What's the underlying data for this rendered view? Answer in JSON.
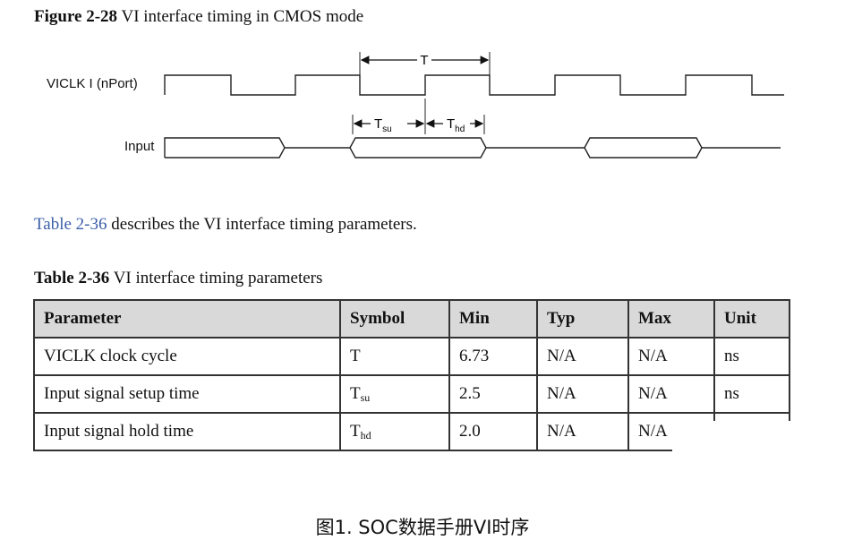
{
  "figure": {
    "number": "Figure 2-28",
    "title": " VI interface timing in CMOS mode",
    "clock_label": "VICLK I (nPort)",
    "input_label": "Input",
    "period_label": "T",
    "setup_label": {
      "base": "T",
      "sub": "su"
    },
    "hold_label": {
      "base": "T",
      "sub": "hd"
    }
  },
  "description": {
    "ref": "Table 2-36",
    "text": " describes the VI interface timing parameters."
  },
  "table": {
    "number": "Table 2-36",
    "title": " VI interface timing parameters",
    "headers": [
      "Parameter",
      "Symbol",
      "Min",
      "Typ",
      "Max",
      "Unit"
    ],
    "rows": [
      {
        "parameter": "VICLK clock cycle",
        "symbol": "T",
        "symbol_sub": "",
        "min": "6.73",
        "typ": "N/A",
        "max": "N/A",
        "unit": "ns"
      },
      {
        "parameter": "Input signal setup time",
        "symbol": "T",
        "symbol_sub": "su",
        "min": "2.5",
        "typ": "N/A",
        "max": "N/A",
        "unit": "ns"
      },
      {
        "parameter": "Input signal hold time",
        "symbol": "T",
        "symbol_sub": "hd",
        "min": "2.0",
        "typ": "N/A",
        "max": "N/A",
        "unit": ""
      }
    ]
  },
  "footer": "图1. SOC数据手册VI时序",
  "colors": {
    "link": "#3a5ea8",
    "header_bg": "#d9d9d9",
    "border": "#333333"
  }
}
